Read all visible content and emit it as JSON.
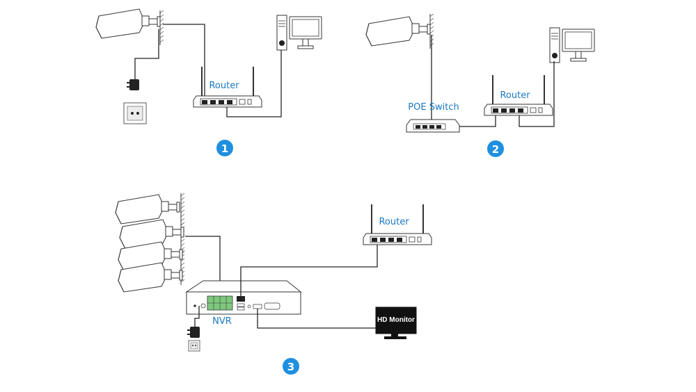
{
  "diagram": {
    "scenarios": [
      {
        "badge": "1",
        "router_label": "Router"
      },
      {
        "badge": "2",
        "switch_label": "POE Switch",
        "router_label": "Router"
      },
      {
        "badge": "3",
        "router_label": "Router",
        "nvr_label": "NVR",
        "monitor_label": "HD Monitor"
      }
    ]
  },
  "colors": {
    "label_blue": "#1a78c2",
    "badge_blue": "#1f8fe0",
    "nvr_port_green": "#7ec87e"
  },
  "icons": [
    "bullet-camera-icon",
    "router-icon",
    "desktop-pc-icon",
    "power-adapter-icon",
    "wall-socket-icon",
    "poe-switch-icon",
    "nvr-icon",
    "monitor-icon"
  ]
}
